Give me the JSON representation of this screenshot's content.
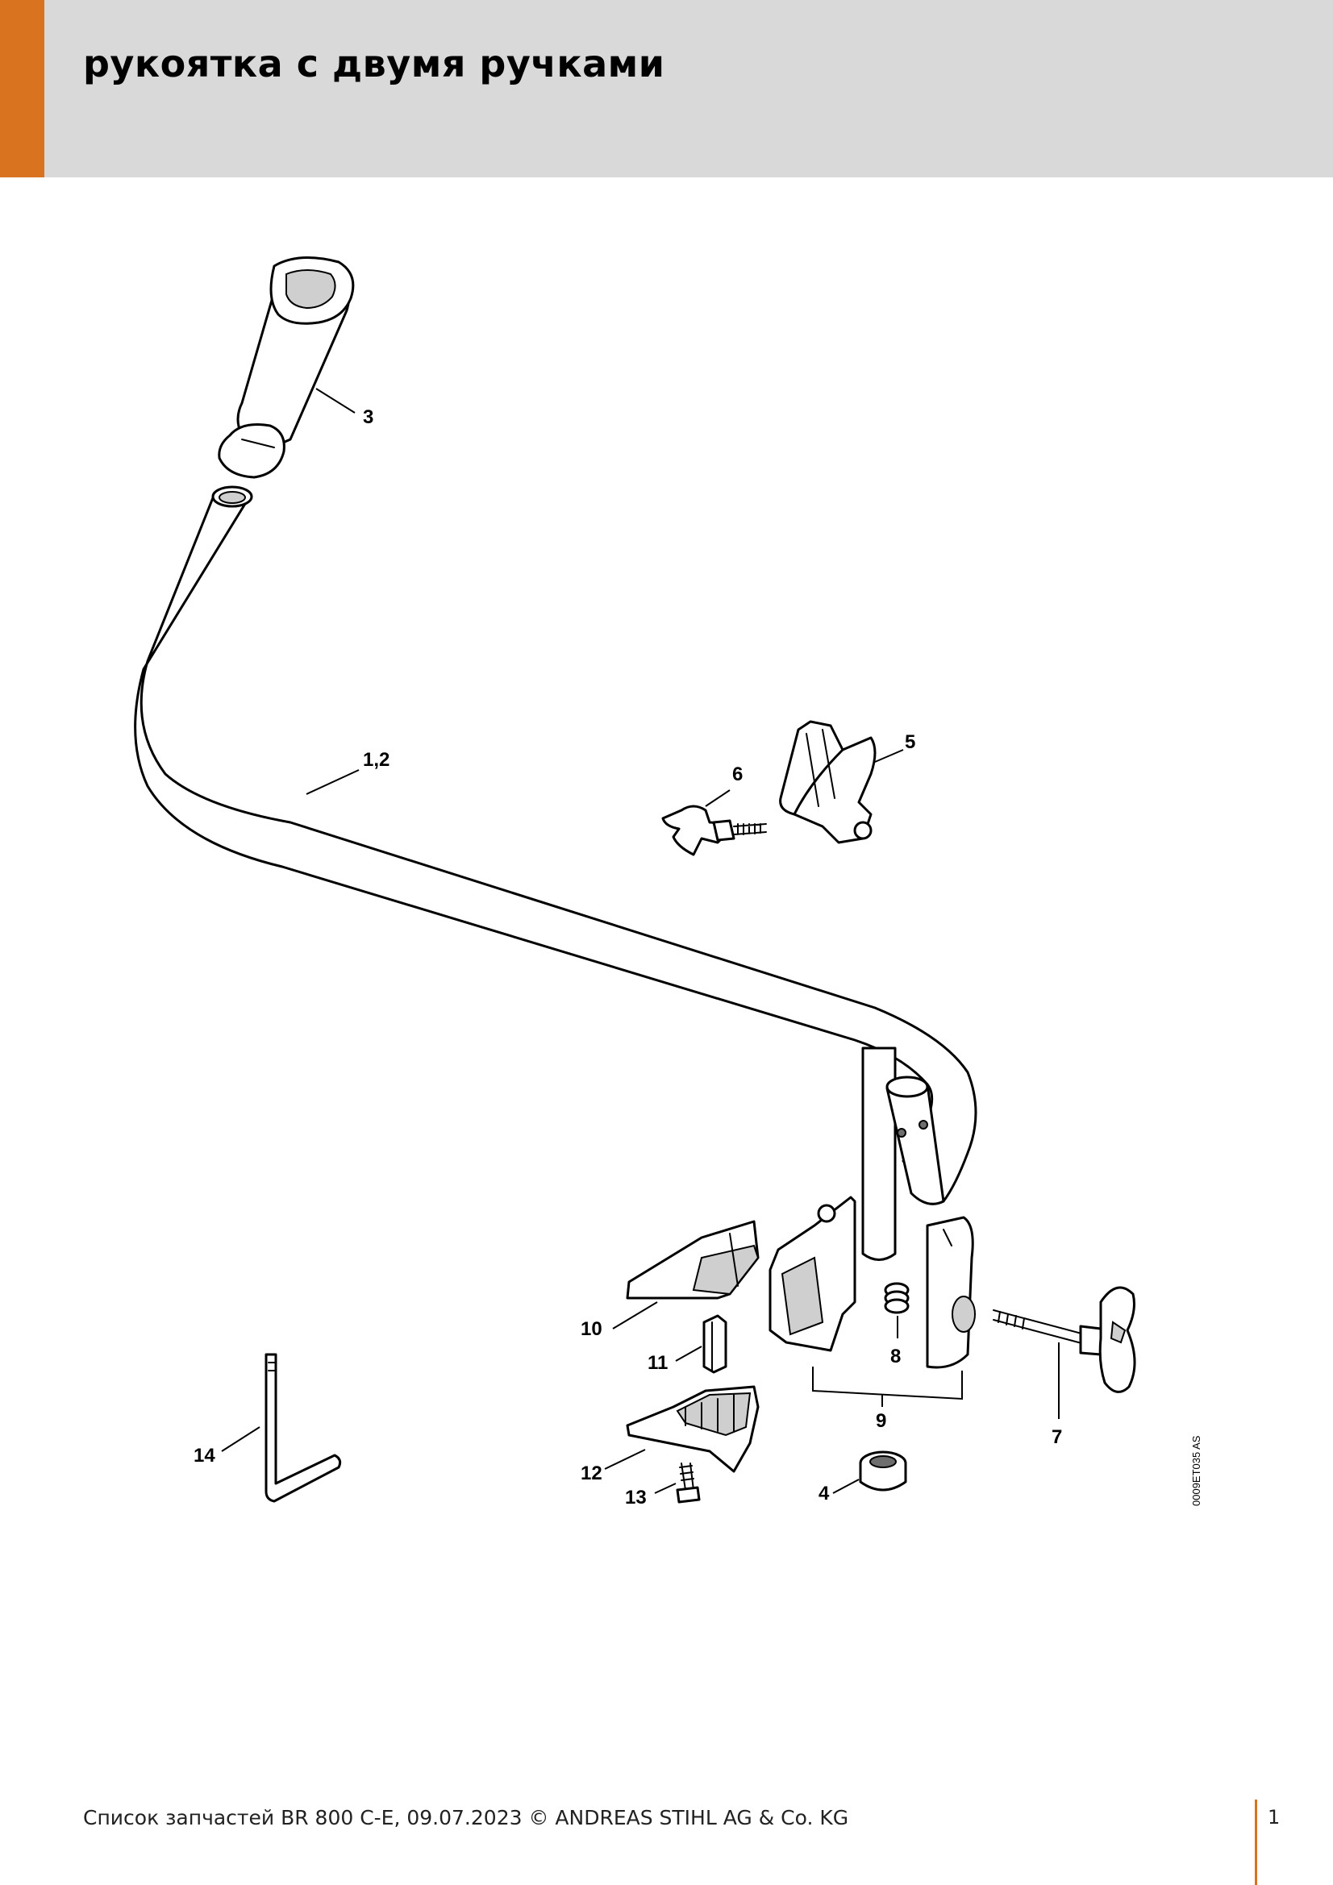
{
  "header": {
    "title": "рукоятка с двумя ручками",
    "accent_color": "#d9731f",
    "background_color": "#d9d9d9"
  },
  "diagram": {
    "drawing_code": "0009ET035 AS",
    "callouts": {
      "c1_2": "1,2",
      "c3": "3",
      "c4": "4",
      "c5": "5",
      "c6": "6",
      "c7": "7",
      "c8": "8",
      "c9": "9",
      "c10": "10",
      "c11": "11",
      "c12": "12",
      "c13": "13",
      "c14": "14"
    }
  },
  "footer": {
    "text": "Список запчастей BR 800 C-E, 09.07.2023 © ANDREAS STIHL AG & Co. KG",
    "page_number": "1"
  }
}
